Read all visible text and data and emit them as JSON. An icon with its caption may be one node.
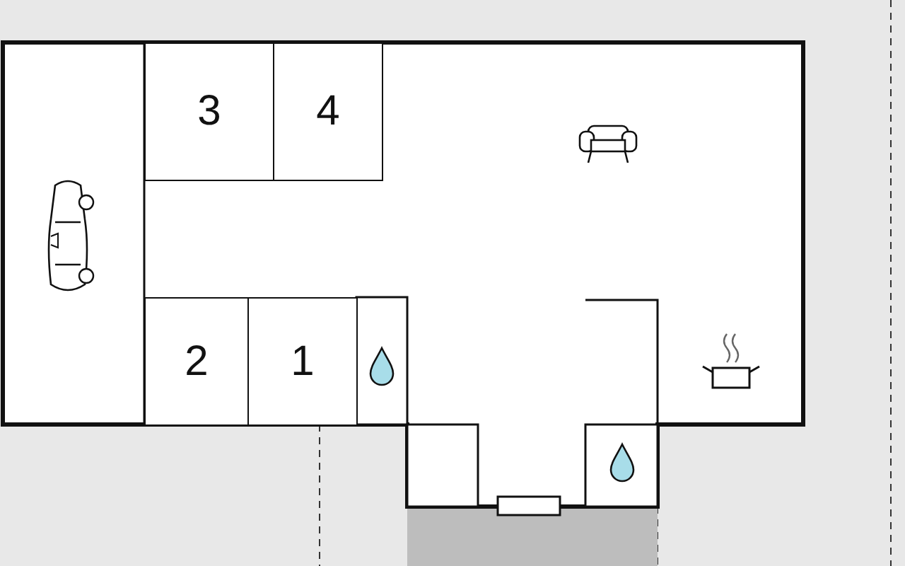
{
  "diagram": {
    "nodes": [
      {
        "text": [
          "3"
        ]
      },
      {
        "text": [
          "4"
        ]
      },
      {
        "text": [
          "2"
        ]
      },
      {
        "text": [
          "1"
        ]
      }
    ]
  }
}
